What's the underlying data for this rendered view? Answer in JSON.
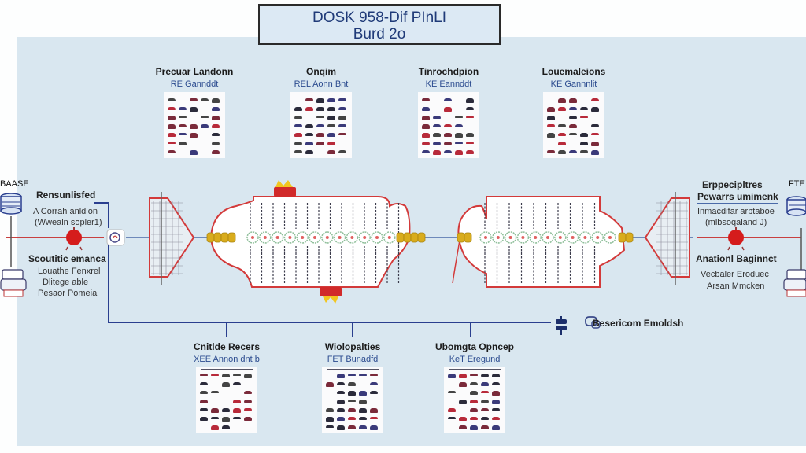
{
  "title": {
    "line1": "DOSK 958-Dif PInLI",
    "line2": "Burd 2o"
  },
  "top_refs": [
    {
      "heading": "Precuar Landonn",
      "sub": "RE Gannddt"
    },
    {
      "heading": "Onqim",
      "sub": "REL Aonn Bnt"
    },
    {
      "heading": "Tinrochdpion",
      "sub": "KE Eannddt"
    },
    {
      "heading": "Louemaleions",
      "sub": "KE Gannnlit"
    }
  ],
  "bottom_refs": [
    {
      "heading": "Cnitlde Recers",
      "sub": "XEE Annon dnt b"
    },
    {
      "heading": "Wiolopalties",
      "sub": "FET Bunadfd"
    },
    {
      "heading": "Ubomgta Opncep",
      "sub": "KeT Eregund"
    }
  ],
  "left": {
    "corner_label": "BAASE",
    "top_label": "Rensunlisfed",
    "top_sub1": "A Corrah anldion",
    "top_sub2": "(Wwealn sopler1)",
    "bottom_label": "Scoutitic emanca",
    "bottom_sub1": "Louathe Fenxrel",
    "bottom_sub2": "Dlitege able",
    "bottom_sub3": "Pesaor Pomeial",
    "node_icon": "database-icon",
    "device_icon": "printer-icon",
    "valve_icon": "valve-icon",
    "shield_icon": "shield-icon"
  },
  "right": {
    "corner_label": "FTE",
    "top_label1": "Erppecipltres",
    "top_label2": "Pewarrs umimenk",
    "top_sub1": "Inmacdifar arbtaboe",
    "top_sub2": "(mlbsoqaland J)",
    "bottom_label": "Anationl Baginnct",
    "bottom_sub1": "Vecbaler Eroduec",
    "bottom_sub2": "Arsan Mmcken",
    "node_icon": "database-icon",
    "device_icon": "printer-icon",
    "valve_icon": "valve-icon"
  },
  "legend": {
    "icon1": "capacitor-icon",
    "icon2": "chat-icon",
    "label": "Besericom Emoldsh"
  },
  "colors": {
    "outline_red": "#d33a3a",
    "connector_blue": "#2a3f8f",
    "bead_gold": "#d9ac1c",
    "panel_bg": "#d9e7f0",
    "ring_green": "#8fbf9a"
  },
  "chambers": {
    "left_ring_count": 12,
    "right_ring_count": 11,
    "left_bead_count": 4,
    "right_bead_count": 2
  }
}
